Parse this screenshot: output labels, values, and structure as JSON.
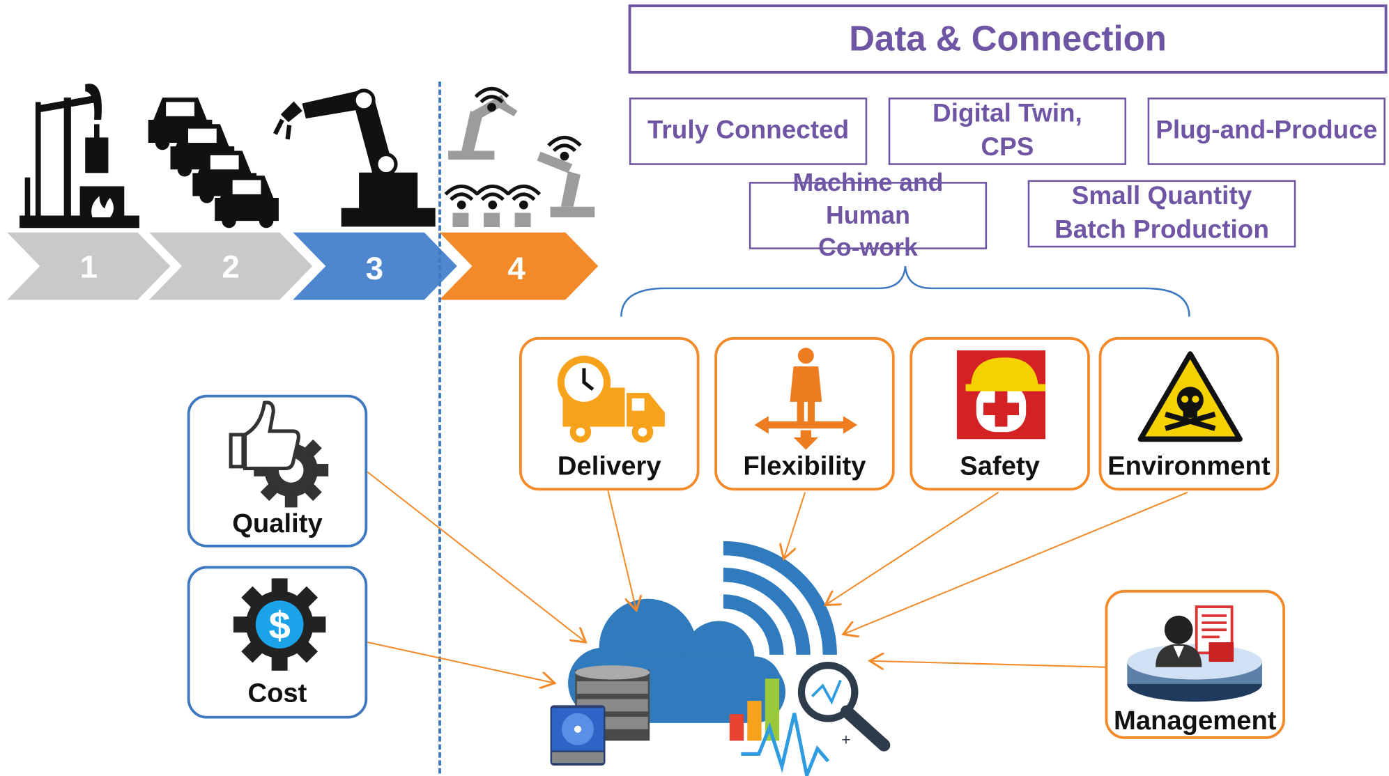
{
  "header": {
    "title": "Data & Connection"
  },
  "features": [
    {
      "label": "Truly Connected"
    },
    {
      "label": "Digital Twin,\nCPS"
    },
    {
      "label": "Plug-and-Produce"
    },
    {
      "label": "Machine and Human\nCo-work"
    },
    {
      "label": "Small Quantity\nBatch Production"
    }
  ],
  "stages": [
    {
      "number": "1",
      "color": "#c9c9c9"
    },
    {
      "number": "2",
      "color": "#c9c9c9"
    },
    {
      "number": "3",
      "color": "#4f87cf"
    },
    {
      "number": "4",
      "color": "#f28a2a"
    }
  ],
  "factors": {
    "delivery": "Delivery",
    "flexibility": "Flexibility",
    "safety": "Safety",
    "environment": "Environment",
    "quality": "Quality",
    "cost": "Cost",
    "management": "Management"
  },
  "colors": {
    "purple": "#6f55a3",
    "orange": "#f28a2a",
    "blue": "#3e78c0",
    "cloud": "#2f7bbd"
  }
}
